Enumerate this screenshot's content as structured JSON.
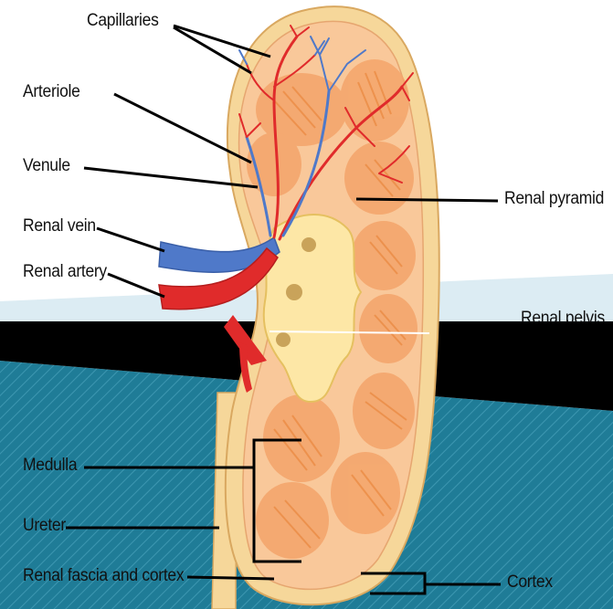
{
  "labels": {
    "capillaries": "Capillaries",
    "arteriole": "Arteriole",
    "venule": "Venule",
    "renal_vein": "Renal vein",
    "renal_artery": "Renal artery",
    "renal_pyramid": "Renal pyramid",
    "renal_pelvis": "Renal pelvis",
    "medulla": "Medulla",
    "ureter": "Ureter",
    "renal_fascia_cortex": "Renal fascia and cortex",
    "cortex": "Cortex"
  },
  "colors": {
    "slide_top": "#dcecf3",
    "slide_bottom": "#1f7c97",
    "black_band": "#000000",
    "capsule": "#f6d79a",
    "cortex": "#f9c89a",
    "pyramid": "#f4a46a",
    "pelvis": "#fde7a6",
    "artery": "#e02b2b",
    "vein": "#4f79c9"
  }
}
